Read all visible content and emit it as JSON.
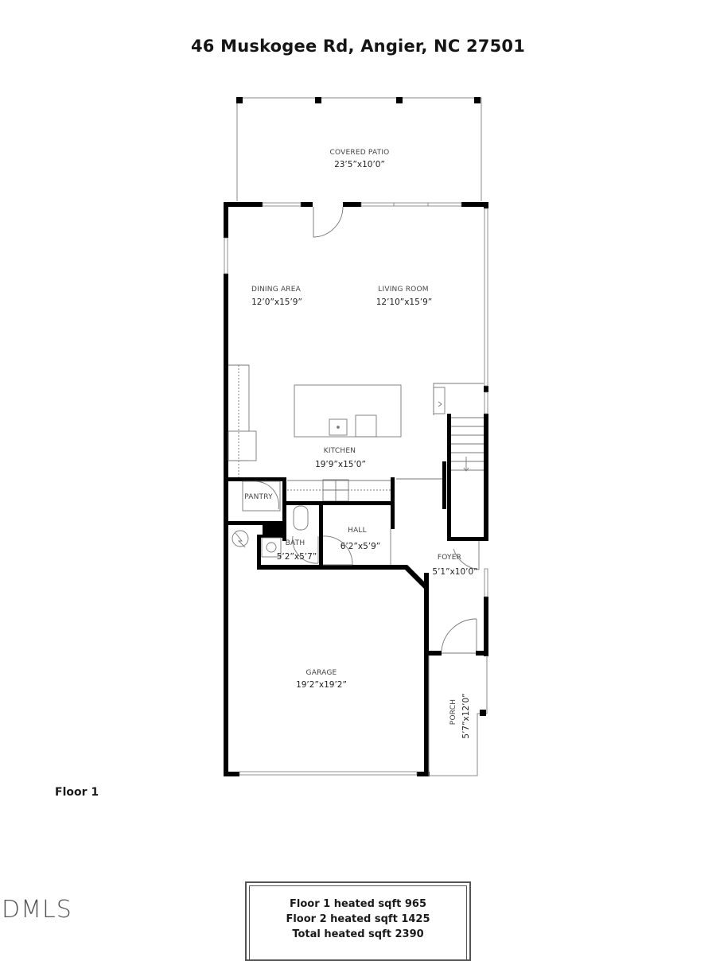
{
  "header": {
    "address": "46 Muskogee Rd, Angier, NC 27501"
  },
  "floor_label": "Floor 1",
  "watermark": "DMLS",
  "rooms": {
    "covered_patio": {
      "name": "COVERED PATIO",
      "dims": "23’5”x10’0”"
    },
    "dining_area": {
      "name": "DINING AREA",
      "dims": "12’0”x15’9”"
    },
    "living_room": {
      "name": "LIVING ROOM",
      "dims": "12’10”x15’9”"
    },
    "kitchen": {
      "name": "KITCHEN",
      "dims": "19’9”x15’0”"
    },
    "pantry": {
      "name": "PANTRY"
    },
    "bath": {
      "name": "BATH",
      "dims": "5’2”x5’7”"
    },
    "hall": {
      "name": "HALL",
      "dims": "6’2”x5’9”"
    },
    "foyer": {
      "name": "FOYER",
      "dims": "5’1”x10’0”"
    },
    "garage": {
      "name": "GARAGE",
      "dims": "19’2”x19’2”"
    },
    "porch": {
      "name": "PORCH",
      "dims": "5’7”x12’0”"
    }
  },
  "sqft_summary": {
    "lines": [
      "Floor 1 heated sqft 965",
      "Floor 2 heated sqft 1425",
      "Total heated sqft 2390"
    ]
  },
  "icons": {
    "water_heater": "water-heater-symbol",
    "stairs_arrow": "down-arrow",
    "door_swing": "quarter-arc"
  },
  "colors": {
    "wall": "#000000",
    "line": "#777777",
    "text": "#222222",
    "background": "#ffffff"
  }
}
